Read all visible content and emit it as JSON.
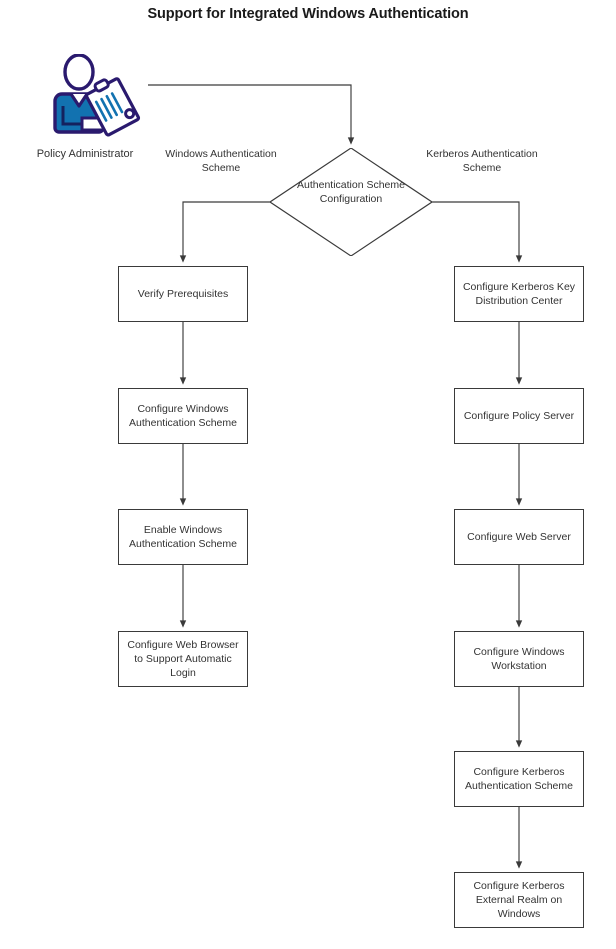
{
  "diagram": {
    "title": "Support for Integrated Windows Authentication",
    "type": "flowchart",
    "colors": {
      "box_border": "#3a3a3a",
      "connector": "#3a3a3a",
      "text": "#333333",
      "title_text": "#1a1a1a",
      "icon_outline": "#2a1a6e",
      "icon_fill": "#1272b0",
      "background": "#ffffff"
    }
  },
  "actor": {
    "icon": "policy-administrator-icon",
    "label": "Policy Administrator"
  },
  "decision": {
    "label": "Authentication Scheme Configuration"
  },
  "branches": {
    "left_label": "Windows Authentication Scheme",
    "right_label": "Kerberos Authentication Scheme"
  },
  "left_column": {
    "steps": [
      {
        "label": "Verify Prerequisites"
      },
      {
        "label": "Configure Windows Authentication Scheme"
      },
      {
        "label": "Enable Windows Authentication Scheme"
      },
      {
        "label": "Configure Web Browser to Support Automatic Login"
      }
    ]
  },
  "right_column": {
    "steps": [
      {
        "label": "Configure Kerberos Key Distribution Center"
      },
      {
        "label": "Configure Policy Server"
      },
      {
        "label": "Configure Web Server"
      },
      {
        "label": "Configure Windows Workstation"
      },
      {
        "label": "Configure Kerberos Authentication Scheme"
      },
      {
        "label": "Configure Kerberos External Realm on Windows"
      }
    ]
  }
}
